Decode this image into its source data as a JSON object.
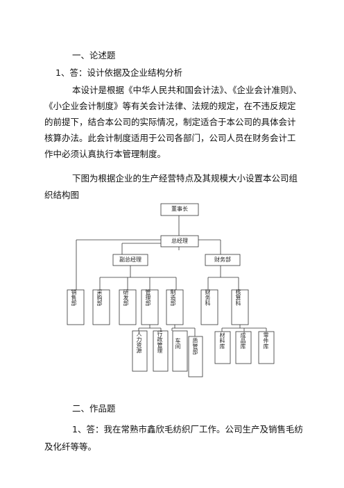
{
  "section1": {
    "heading": "一、论述题",
    "answer_title": "1、答：设计依据及企业结构分析",
    "para1_lines": [
      "本设计是根据《中华人民共和国会计法》、《企业会计准则》、",
      "《小企业会计制度》等有关会计法律、法规的规定，在不违反规定",
      "的前提下，结合本公司的实际情况，制定适合于本公司的具体会计",
      "核算办法。此会计制度适用于公司各部门，公司人员在财务会计工",
      "作中必须认真执行本管理制度。"
    ],
    "para2_lines": [
      "下图为根据企业的生产经营特点及其规模大小设置本公司组",
      "织结构图"
    ]
  },
  "org_chart": {
    "chairman": "董事长",
    "general_manager": "总经理",
    "deputy_gm": "副总经理",
    "finance_dept": "财务部",
    "sales": "销售部",
    "purchasing": "采购部",
    "rnd": "研发部",
    "management": "管理部",
    "manufacturing": "制造部",
    "finance_section": "财务科",
    "accounting_section": "核算科",
    "hr": "人力资源",
    "admin": "行政管理",
    "workshop": "车间",
    "quality": "质管部",
    "materials_store": "材料库",
    "finished_goods_store": "成品库",
    "parts_store": "零件库"
  },
  "section2": {
    "heading": "二、作品题",
    "answer_lines": [
      "1、答：我在常熟市鑫欣毛纺织厂工作。公司生产及销售毛纺",
      "及化纤等等。"
    ]
  }
}
